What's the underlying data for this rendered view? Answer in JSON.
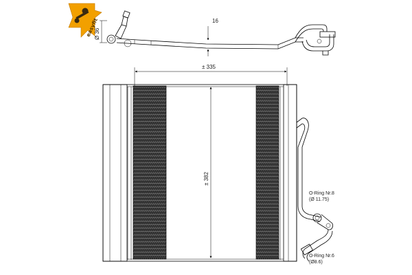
{
  "badge": {
    "text": "easyfit",
    "color": "#f2a000"
  },
  "dimensions": {
    "width": "± 335",
    "height": "± 382",
    "pipe_diameter": "Ø 36",
    "pipe_offset": "16"
  },
  "orings": [
    {
      "name": "O-Ring Nr.8",
      "size": "(Ø 11.75)"
    },
    {
      "name": "O-Ring Nr.6",
      "size": "(Ø8.6)"
    }
  ],
  "colors": {
    "core": "#333333",
    "line": "#000000",
    "badge": "#f2a000"
  }
}
